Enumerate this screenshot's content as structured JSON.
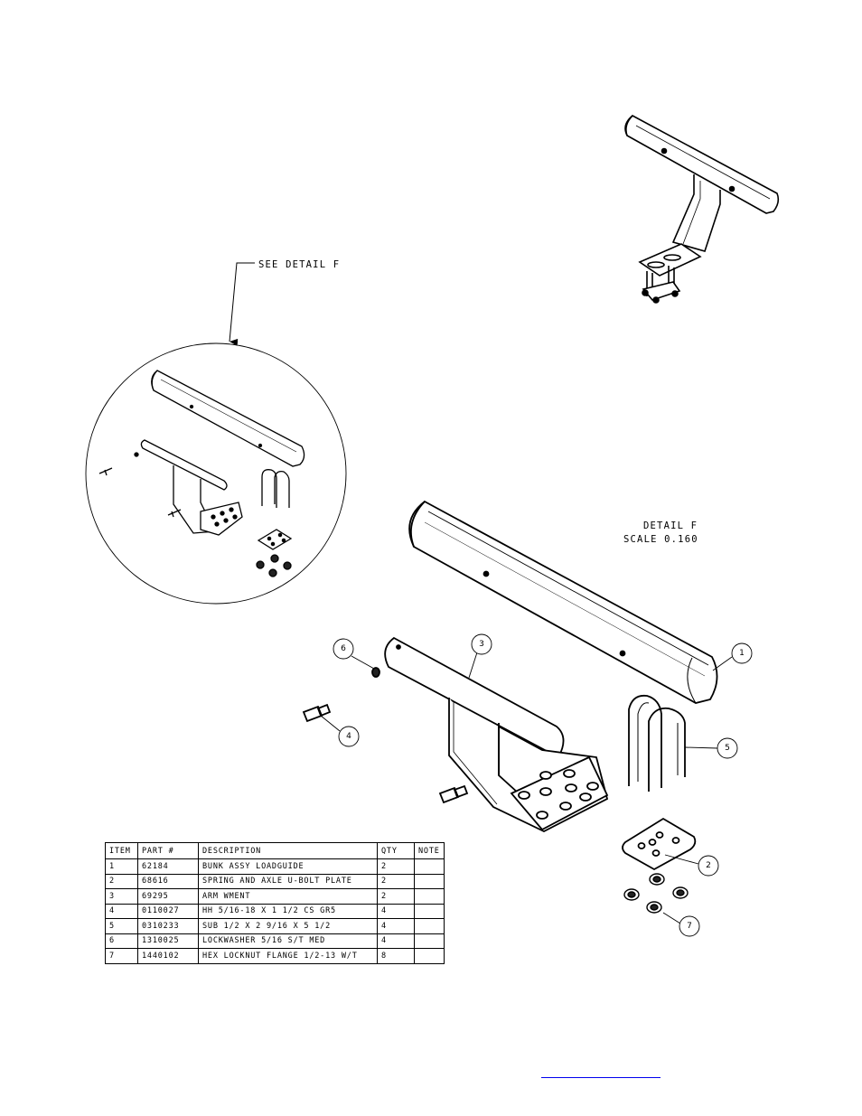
{
  "detail_callout": "SEE DETAIL  F",
  "detail_title": "DETAIL  F",
  "detail_scale": "SCALE  0.160",
  "balloons": [
    "1",
    "2",
    "3",
    "4",
    "5",
    "6",
    "7"
  ],
  "bom": {
    "headers": [
      "ITEM",
      "PART #",
      "DESCRIPTION",
      "QTY",
      "NOTE"
    ],
    "rows": [
      [
        "1",
        "62184",
        "BUNK ASSY   LOADGUIDE",
        "2",
        ""
      ],
      [
        "2",
        "68616",
        "SPRING AND AXLE U-BOLT PLATE",
        "2",
        ""
      ],
      [
        "3",
        "69295",
        "ARM WMENT",
        "2",
        ""
      ],
      [
        "4",
        "0110027",
        "HH 5/16-18 X 1 1/2 CS GR5",
        "4",
        ""
      ],
      [
        "5",
        "0310233",
        "SUB 1/2 X 2 9/16 X 5 1/2",
        "4",
        ""
      ],
      [
        "6",
        "1310025",
        "LOCKWASHER 5/16 S/T MED",
        "4",
        ""
      ],
      [
        "7",
        "1440102",
        "HEX LOCKNUT FLANGE 1/2-13 W/T",
        "8",
        ""
      ]
    ]
  },
  "footer_link": ""
}
